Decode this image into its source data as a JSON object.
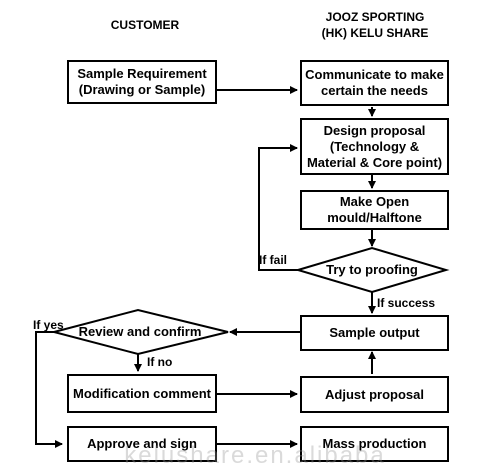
{
  "headers": {
    "customer": "CUSTOMER",
    "supplier": "JOOZ SPORTING\n(HK) KELU SHARE"
  },
  "boxes": {
    "sample_requirement": "Sample Requirement\n(Drawing or Sample)",
    "communicate": "Communicate to make\ncertain the needs",
    "design_proposal": "Design proposal\n(Technology &\nMaterial & Core point)",
    "make_open_mould": "Make Open\nmould/Halftone",
    "sample_output": "Sample output",
    "modification_comment": "Modification comment",
    "adjust_proposal": "Adjust proposal",
    "approve_and_sign": "Approve and sign",
    "mass_production": "Mass production"
  },
  "decisions": {
    "try_to_proofing": "Try to proofing",
    "review_and_confirm": "Review and confirm"
  },
  "labels": {
    "if_fail": "If fail",
    "if_success": "If success",
    "if_yes": "If yes",
    "if_no": "If no"
  },
  "watermark": "kelushare.en.alibaba",
  "colors": {
    "stroke": "#000000",
    "background": "#ffffff"
  }
}
